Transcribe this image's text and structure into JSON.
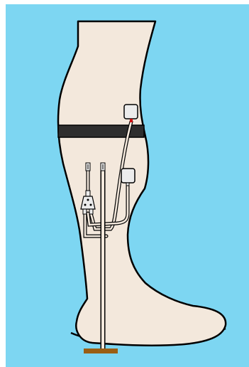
{
  "colors": {
    "background": "#7dd6f2",
    "skin": "#f3e8dc",
    "outline": "#000000",
    "strap": "#2e2e2e",
    "electrode_pad": "#ececec",
    "electrode_contact": "#cc1010",
    "wire": "#f3e8dc",
    "ground_plate": "#9a5e14"
  },
  "diagram": {
    "subject": "leg",
    "components": [
      {
        "name": "thigh-strap",
        "icon": "strap-band"
      },
      {
        "name": "electrode-upper",
        "icon": "square-pad"
      },
      {
        "name": "electrode-lower",
        "icon": "square-pad"
      },
      {
        "name": "pin-connector-left",
        "icon": "pin-connector"
      },
      {
        "name": "pin-connector-right",
        "icon": "pin-connector"
      },
      {
        "name": "splitter-connector",
        "icon": "splitter"
      },
      {
        "name": "ground-plate",
        "icon": "ground-bar"
      }
    ]
  }
}
